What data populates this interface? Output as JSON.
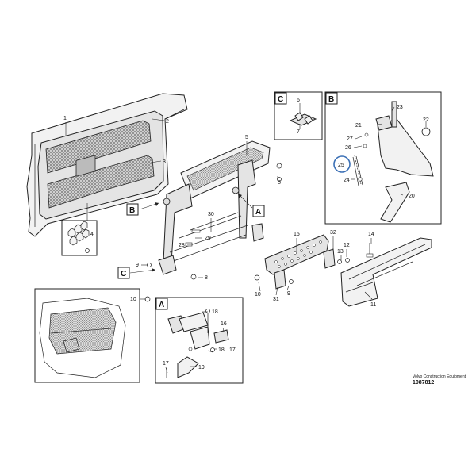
{
  "callouts": [
    "1",
    "2",
    "3",
    "4",
    "5",
    "6",
    "7",
    "8",
    "9",
    "10",
    "11",
    "12",
    "13",
    "14",
    "15",
    "16",
    "17",
    "18",
    "19",
    "20",
    "21",
    "22",
    "23",
    "24",
    "25",
    "26",
    "27",
    "28",
    "29",
    "30",
    "31",
    "32"
  ],
  "view_tags": {
    "a": "A",
    "b": "B",
    "c": "C"
  },
  "highlighted_callout": "25",
  "footer": {
    "brand": "Volvo Construction Equipment",
    "part_number": "1087812"
  }
}
